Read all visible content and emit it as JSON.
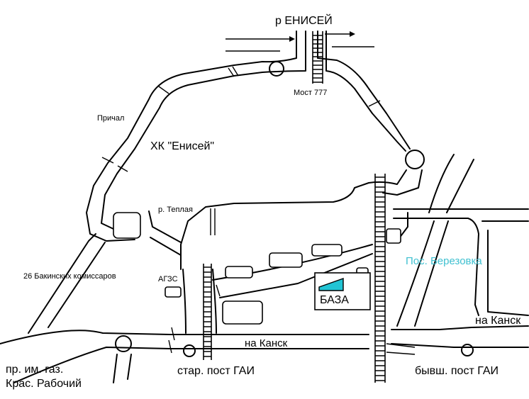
{
  "labels": {
    "river": "р  ЕНИСЕЙ",
    "bridge": "Мост 777",
    "pier": "Причал",
    "complex": "ХК \"Енисей\"",
    "warm_river": "р. Теплая",
    "street_26": "26 Бакинских комиссаров",
    "agzs": "АГЗС",
    "village": "Пос. Березовка",
    "base": "БАЗА",
    "to_kansk_right": "на Канск",
    "to_kansk_center": "на Канск",
    "avenue": "пр. им. газ.\nКрас. Рабочий",
    "old_post": "стар. пост ГАИ",
    "former_post": "бывш. пост ГАИ"
  },
  "colors": {
    "base_fill": "#22c4d4",
    "village_text": "#3fc0d0"
  }
}
